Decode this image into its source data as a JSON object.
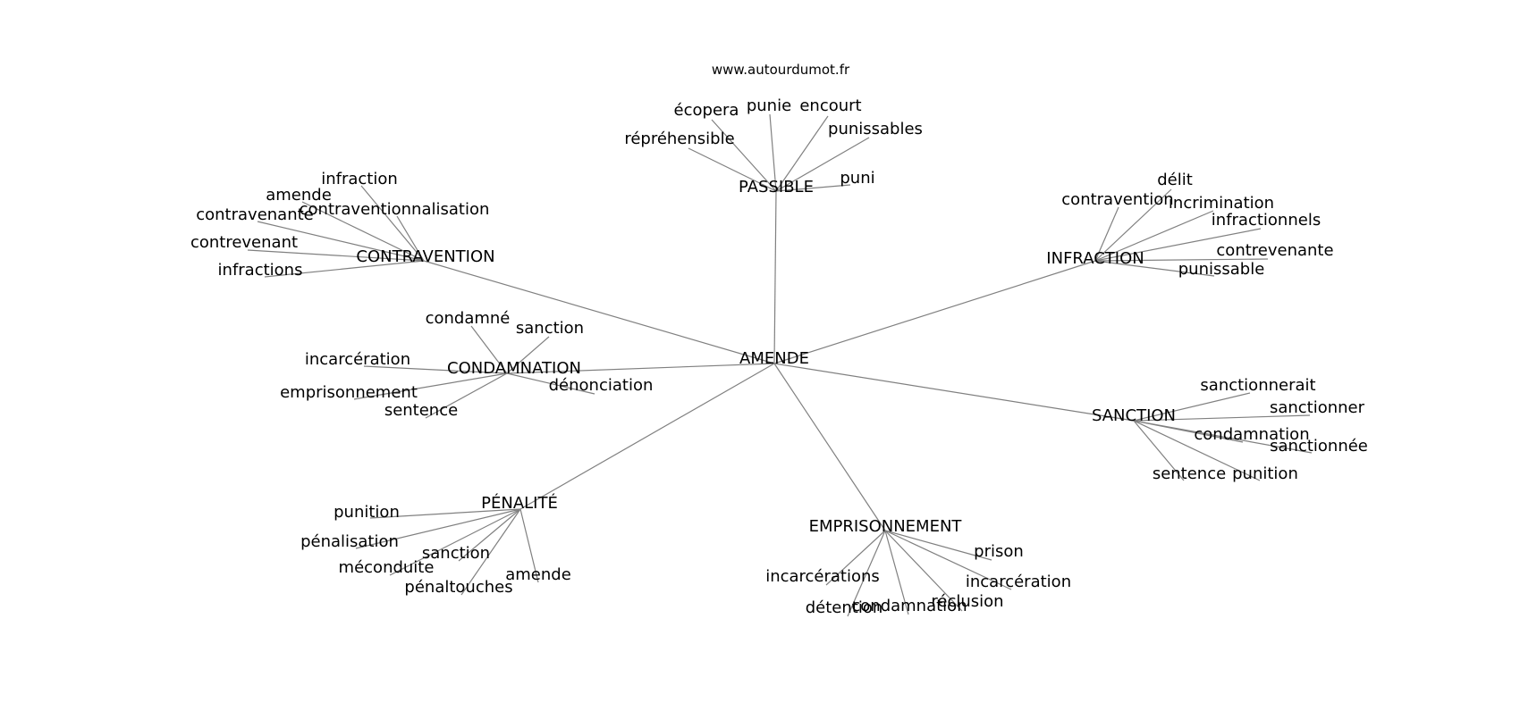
{
  "site": "www.autourdumot.fr",
  "colors": {
    "edge": "#808080",
    "text": "#000000",
    "background": "#ffffff"
  },
  "center": "AMENDE",
  "hubs": [
    {
      "id": "passible",
      "label": "PASSIBLE",
      "leaves": [
        "écopera",
        "punie",
        "encourt",
        "punissables",
        "répréhensible",
        "puni"
      ]
    },
    {
      "id": "contravention",
      "label": "CONTRAVENTION",
      "leaves": [
        "infraction",
        "amende",
        "contravenante",
        "contraventionnalisation",
        "contrevenant",
        "infractions"
      ]
    },
    {
      "id": "infraction",
      "label": "INFRACTION",
      "leaves": [
        "délit",
        "contravention",
        "incrimination",
        "infractionnels",
        "contrevenante",
        "punissable"
      ]
    },
    {
      "id": "condamnation",
      "label": "CONDAMNATION",
      "leaves": [
        "condamné",
        "sanction",
        "incarcération",
        "emprisonnement",
        "sentence",
        "dénonciation"
      ]
    },
    {
      "id": "sanction",
      "label": "SANCTION",
      "leaves": [
        "sanctionnerait",
        "sanctionner",
        "condamnation",
        "sanctionnée",
        "sentence",
        "punition"
      ]
    },
    {
      "id": "penalite",
      "label": "PÉNALITÉ",
      "leaves": [
        "punition",
        "pénalisation",
        "sanction",
        "méconduite",
        "pénaltouches",
        "amende"
      ]
    },
    {
      "id": "emprisonnement",
      "label": "EMPRISONNEMENT",
      "leaves": [
        "prison",
        "incarcérations",
        "incarcération",
        "détention",
        "condamnation",
        "réclusion"
      ]
    }
  ]
}
